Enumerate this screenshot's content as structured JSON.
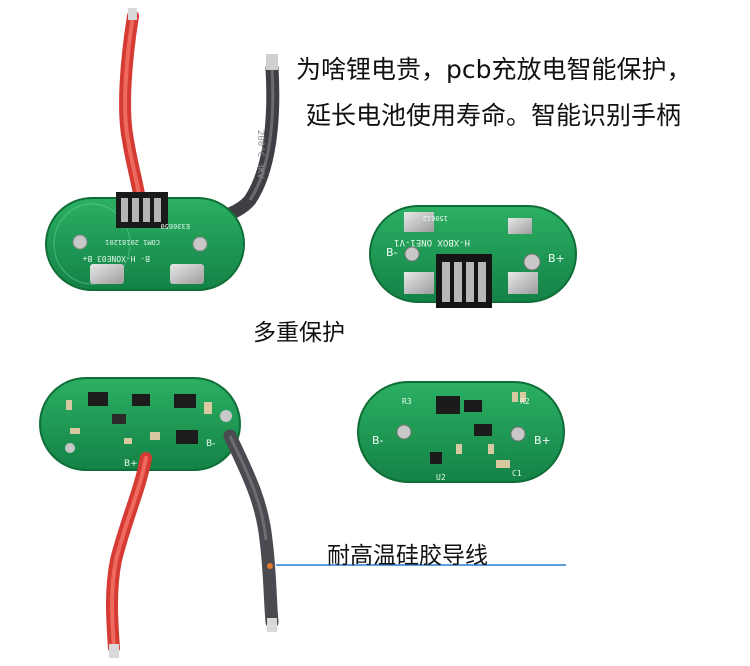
{
  "headline": {
    "line1": "为啥锂电贵，pcb充放电智能保护，",
    "line2": "延长电池使用寿命。智能识别手柄"
  },
  "protection_label": "多重保护",
  "wire_label": "耐高温硅胶导线",
  "colors": {
    "pcb_green": "#1e9a52",
    "pcb_dark": "#157a3e",
    "red_wire": "#e0493f",
    "gray_wire": "#4a4a4f",
    "pointer_line": "#2a7fd4"
  }
}
